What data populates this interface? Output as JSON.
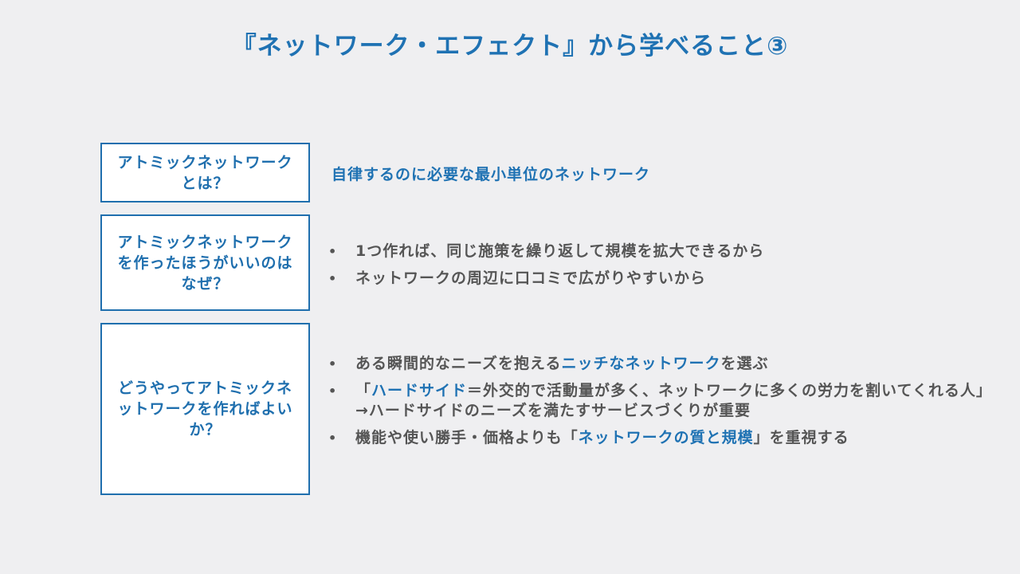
{
  "title": "『ネットワーク・エフェクト』から学べること③",
  "rows": [
    {
      "question": "アトミックネットワークとは？",
      "answer": "自律するのに必要な最小単位のネットワーク"
    },
    {
      "question": "アトミックネットワークを作ったほうがいいのはなぜ？",
      "bullets": [
        "1つ作れば、同じ施策を繰り返して規模を拡大できるから",
        "ネットワークの周辺に口コミで広がりやすいから"
      ]
    },
    {
      "question": "どうやってアトミックネットワークを作ればよいか？",
      "bullets": [
        {
          "pre": "ある瞬間的なニーズを抱える",
          "hl": "ニッチなネットワーク",
          "post": "を選ぶ"
        },
        {
          "pre": "「",
          "hl": "ハードサイド",
          "post": "＝外交的で活動量が多く、ネットワークに多くの労力を割いてくれる人」",
          "line2": "→ハードサイドのニーズを満たすサービスづくりが重要"
        },
        {
          "pre": "機能や使い勝手・価格よりも「",
          "hl": "ネットワークの質と規模",
          "post": "」を重視する"
        }
      ]
    }
  ],
  "bullet_glyph": "•",
  "colors": {
    "accent": "#1f72b3",
    "box_border": "#1f6fae",
    "body_text": "#555555",
    "background": "#efeff1"
  }
}
